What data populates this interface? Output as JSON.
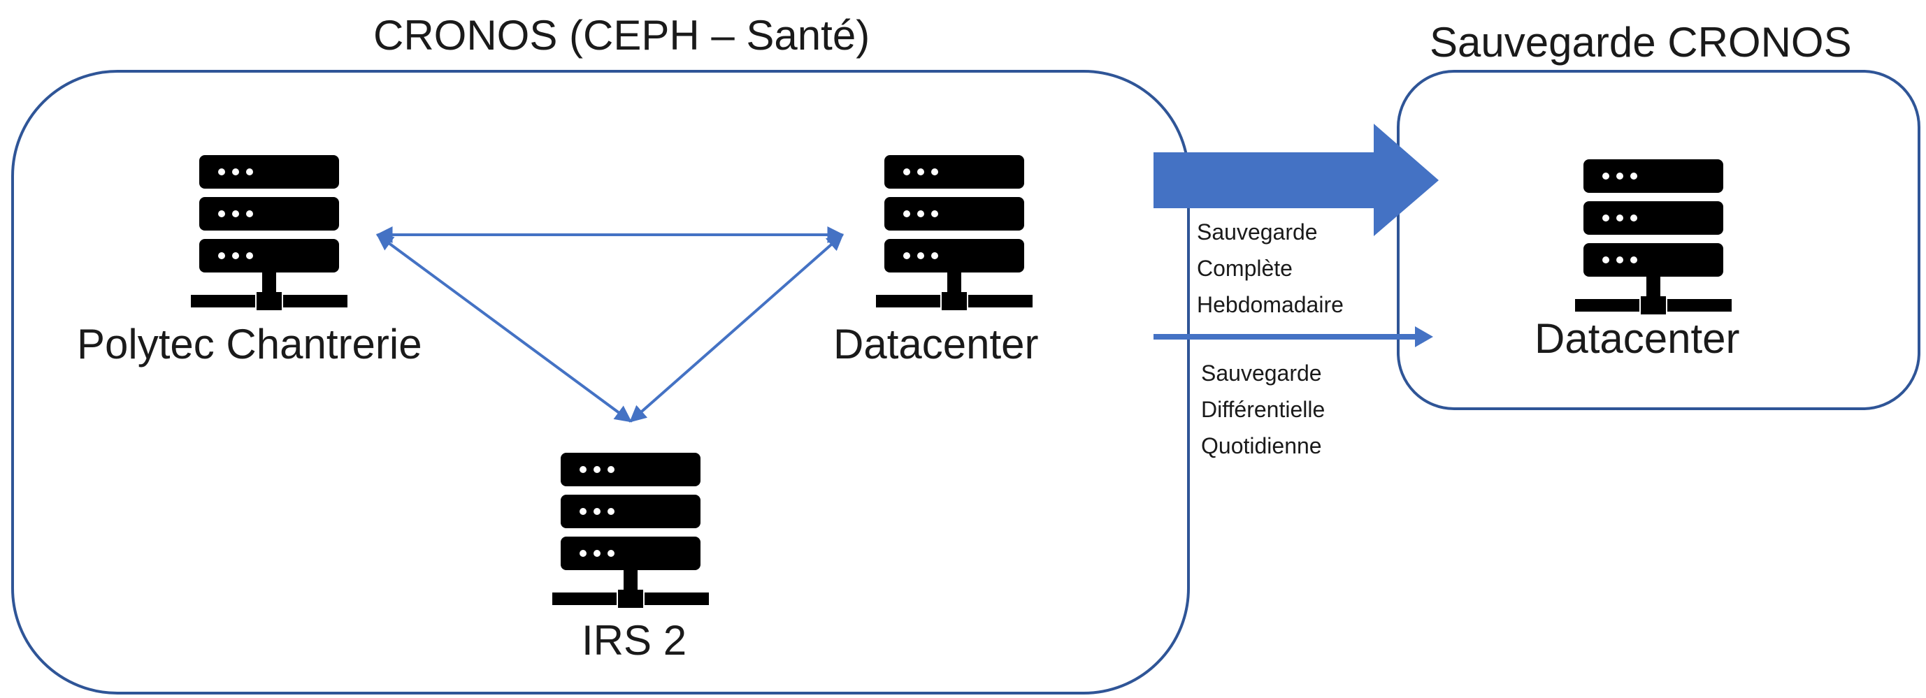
{
  "groups": {
    "primary": {
      "title": "CRONOS (CEPH – Santé)"
    },
    "backup": {
      "title": "Sauvegarde CRONOS"
    }
  },
  "servers": {
    "polytec": {
      "label": "Polytec Chantrerie",
      "icon": "server-rack-icon"
    },
    "datacenter_primary": {
      "label": "Datacenter",
      "icon": "server-rack-icon"
    },
    "irs2": {
      "label": "IRS 2",
      "icon": "server-rack-icon"
    },
    "datacenter_backup": {
      "label": "Datacenter",
      "icon": "server-rack-icon"
    }
  },
  "flows": {
    "weekly": {
      "lines": [
        "Sauvegarde",
        "Complète",
        "Hebdomadaire"
      ]
    },
    "daily": {
      "lines": [
        "Sauvegarde",
        "Différentielle",
        "Quotidienne"
      ]
    }
  },
  "colors": {
    "frame": "#2f5597",
    "arrow": "#4472c4",
    "server": "#000000"
  }
}
